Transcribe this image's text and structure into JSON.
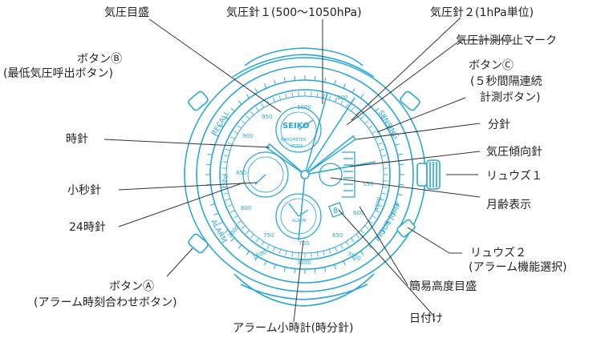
{
  "labels": {
    "pressure_scale": "気圧目盛",
    "pressure_hand_1": "気圧針１(500〜1050hPa)",
    "pressure_hand_2": "気圧針２(1hPa単位)",
    "pressure_stop_mark": "気圧計測停止マーク",
    "button_b_line1": "ボタンⒷ",
    "button_b_line2": "(最低気圧呼出ボタン)",
    "button_c_line1": "ボタンⒸ",
    "button_c_line2": "(５秒間隔連続",
    "button_c_line3": "計測ボタン)",
    "minute_hand": "分針",
    "hour_hand": "時針",
    "pressure_trend_hand": "気圧傾向針",
    "crown_1": "リュウズ１",
    "small_second_hand": "小秒針",
    "moon_phase": "月齢表示",
    "hand_24h": "24時針",
    "crown_2_line1": "リュウズ２",
    "crown_2_line2": "(アラーム機能選択)",
    "altitude_scale": "簡易高度目盛",
    "button_a_line1": "ボタンⒶ",
    "button_a_line2": "(アラーム時刻合わせボタン)",
    "date": "日付け",
    "alarm_hand": "アラーム小時計(時分針)"
  },
  "dial": {
    "brand": "SEIKO",
    "sub_text_1": "BAROMETER",
    "sub_text_2": "XTIMA",
    "alarm": "ALARM",
    "recall": "RECALL",
    "sensing": "SENSING",
    "alarm_bezel": "ALARM",
    "hour_jump": "HOUR JUMP",
    "date_value": "8",
    "scale_1000": "1000",
    "scale_950": "950",
    "scale_300": "300",
    "scale_1500": "1500",
    "scale_2000": "2000",
    "scale_2500": "2500",
    "scale_3000": "3000",
    "scale_3500": "3500",
    "scale_4000": "4000",
    "scale_900": "900",
    "scale_850": "850",
    "scale_800": "800",
    "scale_750": "750",
    "scale_700": "700",
    "scale_650": "650",
    "scale_600": "600",
    "scale_550": "550"
  }
}
